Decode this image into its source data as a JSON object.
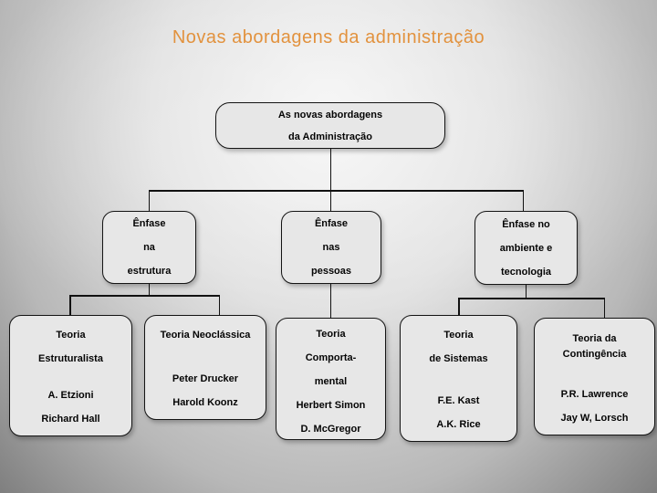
{
  "slide": {
    "title": "Novas abordagens da administração",
    "title_color": "#e2923e",
    "background_base_color": "#b8b8b8",
    "node_fill_color": "#e7e7e7",
    "node_border_color": "#141414"
  },
  "tree": {
    "root": {
      "lines": [
        "As novas abordagens",
        "da Administração"
      ]
    },
    "level2": [
      {
        "id": "enfase-estrutura",
        "lines": [
          "Ênfase",
          "na",
          "estrutura"
        ]
      },
      {
        "id": "enfase-pessoas",
        "lines": [
          "Ênfase",
          "nas",
          "pessoas"
        ]
      },
      {
        "id": "enfase-ambiente",
        "lines": [
          "Ênfase no",
          "ambiente e",
          "tecnologia"
        ]
      }
    ],
    "level3": [
      {
        "id": "teoria-estruturalista",
        "title_lines": [
          "Teoria",
          "Estruturalista"
        ],
        "names": [
          "A. Etzioni",
          "Richard Hall"
        ]
      },
      {
        "id": "teoria-neoclassica",
        "title_lines": [
          "Teoria Neoclássica"
        ],
        "names": [
          "Peter Drucker",
          "Harold Koonz"
        ]
      },
      {
        "id": "teoria-comportamental",
        "title_lines": [
          "Teoria",
          "Comporta-",
          "mental"
        ],
        "names": [
          "Herbert Simon",
          "D. McGregor"
        ]
      },
      {
        "id": "teoria-sistemas",
        "title_lines": [
          "Teoria",
          "de Sistemas"
        ],
        "names": [
          "F.E. Kast",
          "A.K. Rice"
        ]
      },
      {
        "id": "teoria-contingencia",
        "title_lines": [
          "Teoria da",
          "Contingência"
        ],
        "names": [
          "P.R. Lawrence",
          "Jay W, Lorsch"
        ]
      }
    ]
  }
}
